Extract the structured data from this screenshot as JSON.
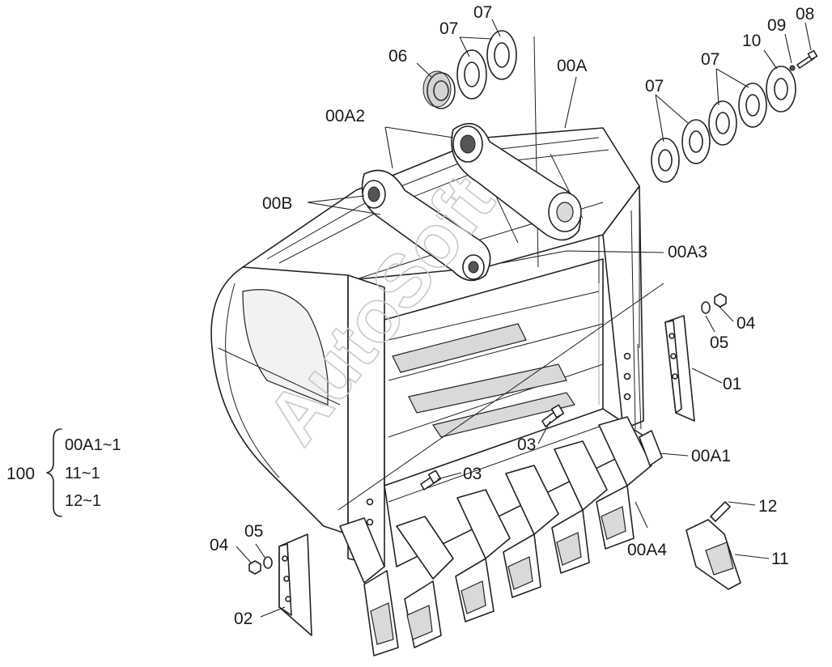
{
  "watermark": "AutoSoft",
  "callouts": {
    "c06": "06",
    "c07a": "07",
    "c07b": "07",
    "c00A": "00A",
    "c07c": "07",
    "c07d": "07",
    "c10": "10",
    "c09": "09",
    "c08": "08",
    "c00A2": "00A2",
    "c00B": "00B",
    "c00A3": "00A3",
    "c04r": "04",
    "c05r": "05",
    "c01": "01",
    "c03a": "03",
    "c00A1": "00A1",
    "c03b": "03",
    "c12": "12",
    "c00A4": "00A4",
    "c11": "11",
    "c04l": "04",
    "c05l": "05",
    "c02": "02"
  },
  "assembly": {
    "number": "100",
    "items": [
      "00A1~1",
      "11~1",
      "12~1"
    ]
  }
}
